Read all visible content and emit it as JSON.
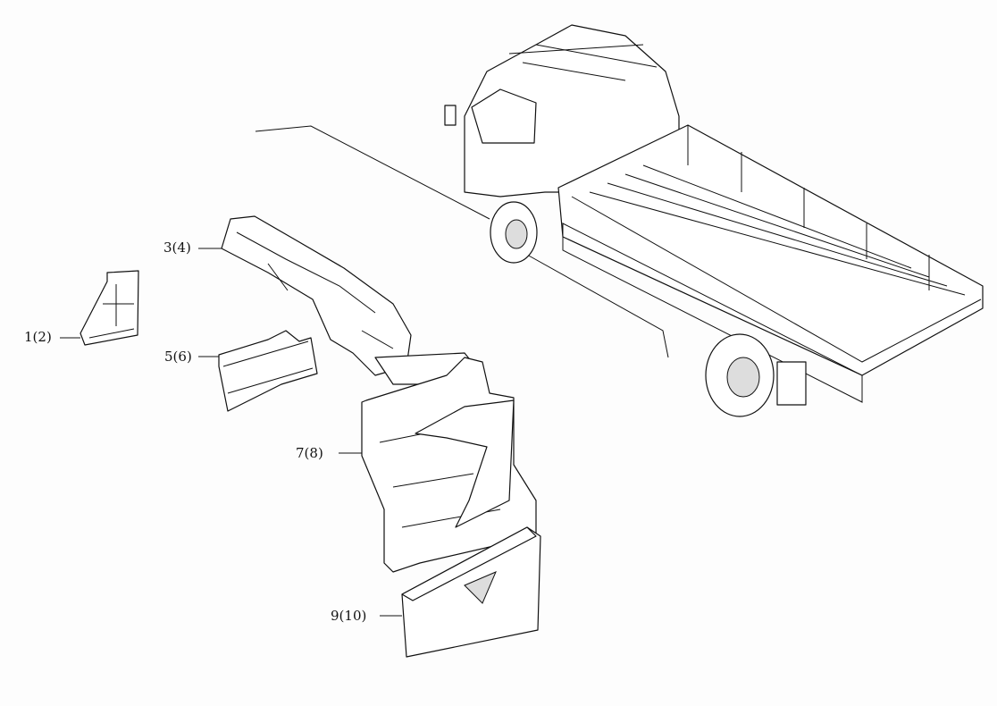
{
  "diagram": {
    "parts": [
      {
        "label": "1(2)"
      },
      {
        "label": "3(4)"
      },
      {
        "label": "5(6)"
      },
      {
        "label": "7(8)"
      },
      {
        "label": "9(10)"
      }
    ]
  }
}
